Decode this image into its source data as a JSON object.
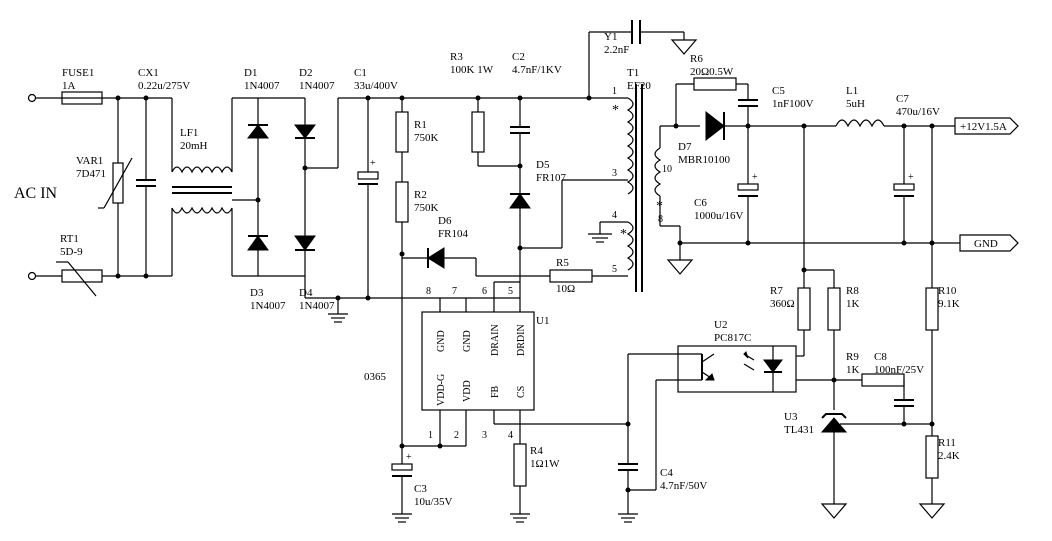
{
  "input_label": "AC IN",
  "components": [
    {
      "id": "fuse1",
      "ref": "FUSE1",
      "value": "1A"
    },
    {
      "id": "cx1",
      "ref": "CX1",
      "value": "0.22u/275V"
    },
    {
      "id": "var1",
      "ref": "VAR1",
      "value": "7D471"
    },
    {
      "id": "rt1",
      "ref": "RT1",
      "value": "5D-9"
    },
    {
      "id": "lf1",
      "ref": "LF1",
      "value": "20mH"
    },
    {
      "id": "d1",
      "ref": "D1",
      "value": "1N4007"
    },
    {
      "id": "d2",
      "ref": "D2",
      "value": "1N4007"
    },
    {
      "id": "d3",
      "ref": "D3",
      "value": "1N4007"
    },
    {
      "id": "d4",
      "ref": "D4",
      "value": "1N4007"
    },
    {
      "id": "c1",
      "ref": "C1",
      "value": "33u/400V"
    },
    {
      "id": "r1",
      "ref": "R1",
      "value": "750K"
    },
    {
      "id": "r2",
      "ref": "R2",
      "value": "750K"
    },
    {
      "id": "r3",
      "ref": "R3",
      "value": "100K 1W"
    },
    {
      "id": "c2",
      "ref": "C2",
      "value": "4.7nF/1KV"
    },
    {
      "id": "d5",
      "ref": "D5",
      "value": "FR107"
    },
    {
      "id": "d6",
      "ref": "D6",
      "value": "FR104"
    },
    {
      "id": "r5",
      "ref": "R5",
      "value": "10Ω"
    },
    {
      "id": "y1",
      "ref": "Y1",
      "value": "2.2nF"
    },
    {
      "id": "t1",
      "ref": "T1",
      "value": "EF20"
    },
    {
      "id": "r6",
      "ref": "R6",
      "value": "20Ω0.5W"
    },
    {
      "id": "c5",
      "ref": "C5",
      "value": "1nF100V"
    },
    {
      "id": "d7",
      "ref": "D7",
      "value": "MBR10100"
    },
    {
      "id": "c6",
      "ref": "C6",
      "value": "1000u/16V"
    },
    {
      "id": "l1",
      "ref": "L1",
      "value": "5uH"
    },
    {
      "id": "c7",
      "ref": "C7",
      "value": "470u/16V"
    },
    {
      "id": "u1",
      "ref": "U1",
      "value": "0365"
    },
    {
      "id": "c3",
      "ref": "C3",
      "value": "10u/35V"
    },
    {
      "id": "r4",
      "ref": "R4",
      "value": "1Ω1W"
    },
    {
      "id": "c4",
      "ref": "C4",
      "value": "4.7nF/50V"
    },
    {
      "id": "u2",
      "ref": "U2",
      "value": "PC817C"
    },
    {
      "id": "r7",
      "ref": "R7",
      "value": "360Ω"
    },
    {
      "id": "r8",
      "ref": "R8",
      "value": "1K"
    },
    {
      "id": "r9",
      "ref": "R9",
      "value": "1K"
    },
    {
      "id": "c8",
      "ref": "C8",
      "value": "100nF/25V"
    },
    {
      "id": "u3",
      "ref": "U3",
      "value": "TL431"
    },
    {
      "id": "r10",
      "ref": "R10",
      "value": "9.1K"
    },
    {
      "id": "r11",
      "ref": "R11",
      "value": "2.4K"
    }
  ],
  "ic_u1_pins": [
    "GND",
    "GND",
    "DRAIN",
    "DRDIN",
    "VDD-G",
    "VDD",
    "FB",
    "CS"
  ],
  "ic_u1_pin_numbers": [
    "8",
    "7",
    "6",
    "5",
    "1",
    "2",
    "3",
    "4"
  ],
  "transformer_pins": [
    "1",
    "3",
    "4",
    "5",
    "10",
    "8"
  ],
  "outputs": {
    "vout": "+12V1.5A",
    "gnd": "GND"
  }
}
